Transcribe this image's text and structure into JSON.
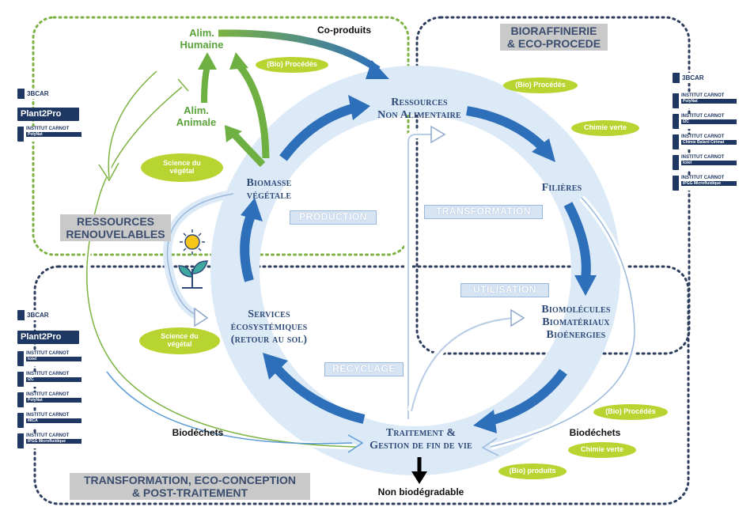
{
  "nodes": {
    "ressources_na": [
      "Ressources",
      "Non Alimentaire"
    ],
    "filieres": "Filières",
    "biomolecules": [
      "Biomolécules",
      "Biomatériaux",
      "Bioénergies"
    ],
    "traitement": [
      "Traitement &",
      "Gestion de fin de vie"
    ],
    "services": [
      "Services",
      "écosystémiques",
      "(retour au sol)"
    ],
    "biomasse": [
      "Biomasse",
      "végétale"
    ],
    "alim_humaine": [
      "Alim.",
      "Humaine"
    ],
    "alim_animale": [
      "Alim.",
      "Animale"
    ]
  },
  "stages": {
    "production": "PRODUCTION",
    "transformation": "TRANSFORMATION",
    "utilisation": "UTILISATION",
    "recyclage": "RECYCLAGE"
  },
  "regions": {
    "ressources_renouvelables": [
      "RESSOURCES",
      "RENOUVELABLES"
    ],
    "bioraffinerie": [
      "BIORAFFINERIE",
      "& ECO-PROCEDE"
    ],
    "transformation_eco": [
      "TRANSFORMATION, ECO-CONCEPTION",
      "& POST-TRAITEMENT"
    ]
  },
  "labels": {
    "co_produits": "Co-produits",
    "biodechets_left": "Biodéchets",
    "biodechets_right": "Biodéchets",
    "non_biodegradable": "Non biodégradable"
  },
  "pills": {
    "bio_procedes_top": "(Bio) Procédés",
    "science_vegetal_1": [
      "Science du",
      "végétal"
    ],
    "bio_procedes_right": "(Bio) Procédés",
    "chimie_verte_right": "Chimie verte",
    "science_vegetal_2": [
      "Science du",
      "végétal"
    ],
    "bio_procedes_bottom": "(Bio) Procédés",
    "chimie_verte_bottom": "Chimie verte",
    "bio_produits": "(Bio) produits"
  },
  "logos": {
    "left_top": [
      {
        "kind": "3bcar",
        "text": "3BCAR"
      },
      {
        "kind": "p2p",
        "text": "Plant2Pro"
      },
      {
        "kind": "carnot",
        "text": "INSTITUT CARNOT",
        "sub": "PolyNat"
      }
    ],
    "left_bottom": [
      {
        "kind": "3bcar",
        "text": "3BCAR"
      },
      {
        "kind": "p2p",
        "text": "Plant2Pro"
      },
      {
        "kind": "carnot",
        "text": "INSTITUT CARNOT",
        "sub": "Icéel"
      },
      {
        "kind": "carnot",
        "text": "INSTITUT CARNOT",
        "sub": "I2C"
      },
      {
        "kind": "carnot",
        "text": "INSTITUT CARNOT",
        "sub": "PolyNat"
      },
      {
        "kind": "carnot",
        "text": "INSTITUT CARNOT",
        "sub": "MICA"
      },
      {
        "kind": "carnot",
        "text": "INSTITUT CARNOT",
        "sub": "IPGG Microfluidique"
      }
    ],
    "right": [
      {
        "kind": "3bcar",
        "text": "3BCAR"
      },
      {
        "kind": "carnot",
        "text": "INSTITUT CARNOT",
        "sub": "PolyNat"
      },
      {
        "kind": "carnot",
        "text": "INSTITUT CARNOT",
        "sub": "I2C"
      },
      {
        "kind": "carnot",
        "text": "INSTITUT CARNOT",
        "sub": "Chimie Balard Cirimat"
      },
      {
        "kind": "carnot",
        "text": "INSTITUT CARNOT",
        "sub": "Icéel"
      },
      {
        "kind": "carnot",
        "text": "INSTITUT CARNOT",
        "sub": "IPGG Microfluidique"
      }
    ]
  },
  "colors": {
    "dark_blue": "#2e6fba",
    "light_blue_ring": "#dce9f7",
    "green": "#6fb043",
    "pill_green": "#b8d430",
    "dotted_green": "#7cb342",
    "dotted_navy": "#2d3e5e"
  }
}
